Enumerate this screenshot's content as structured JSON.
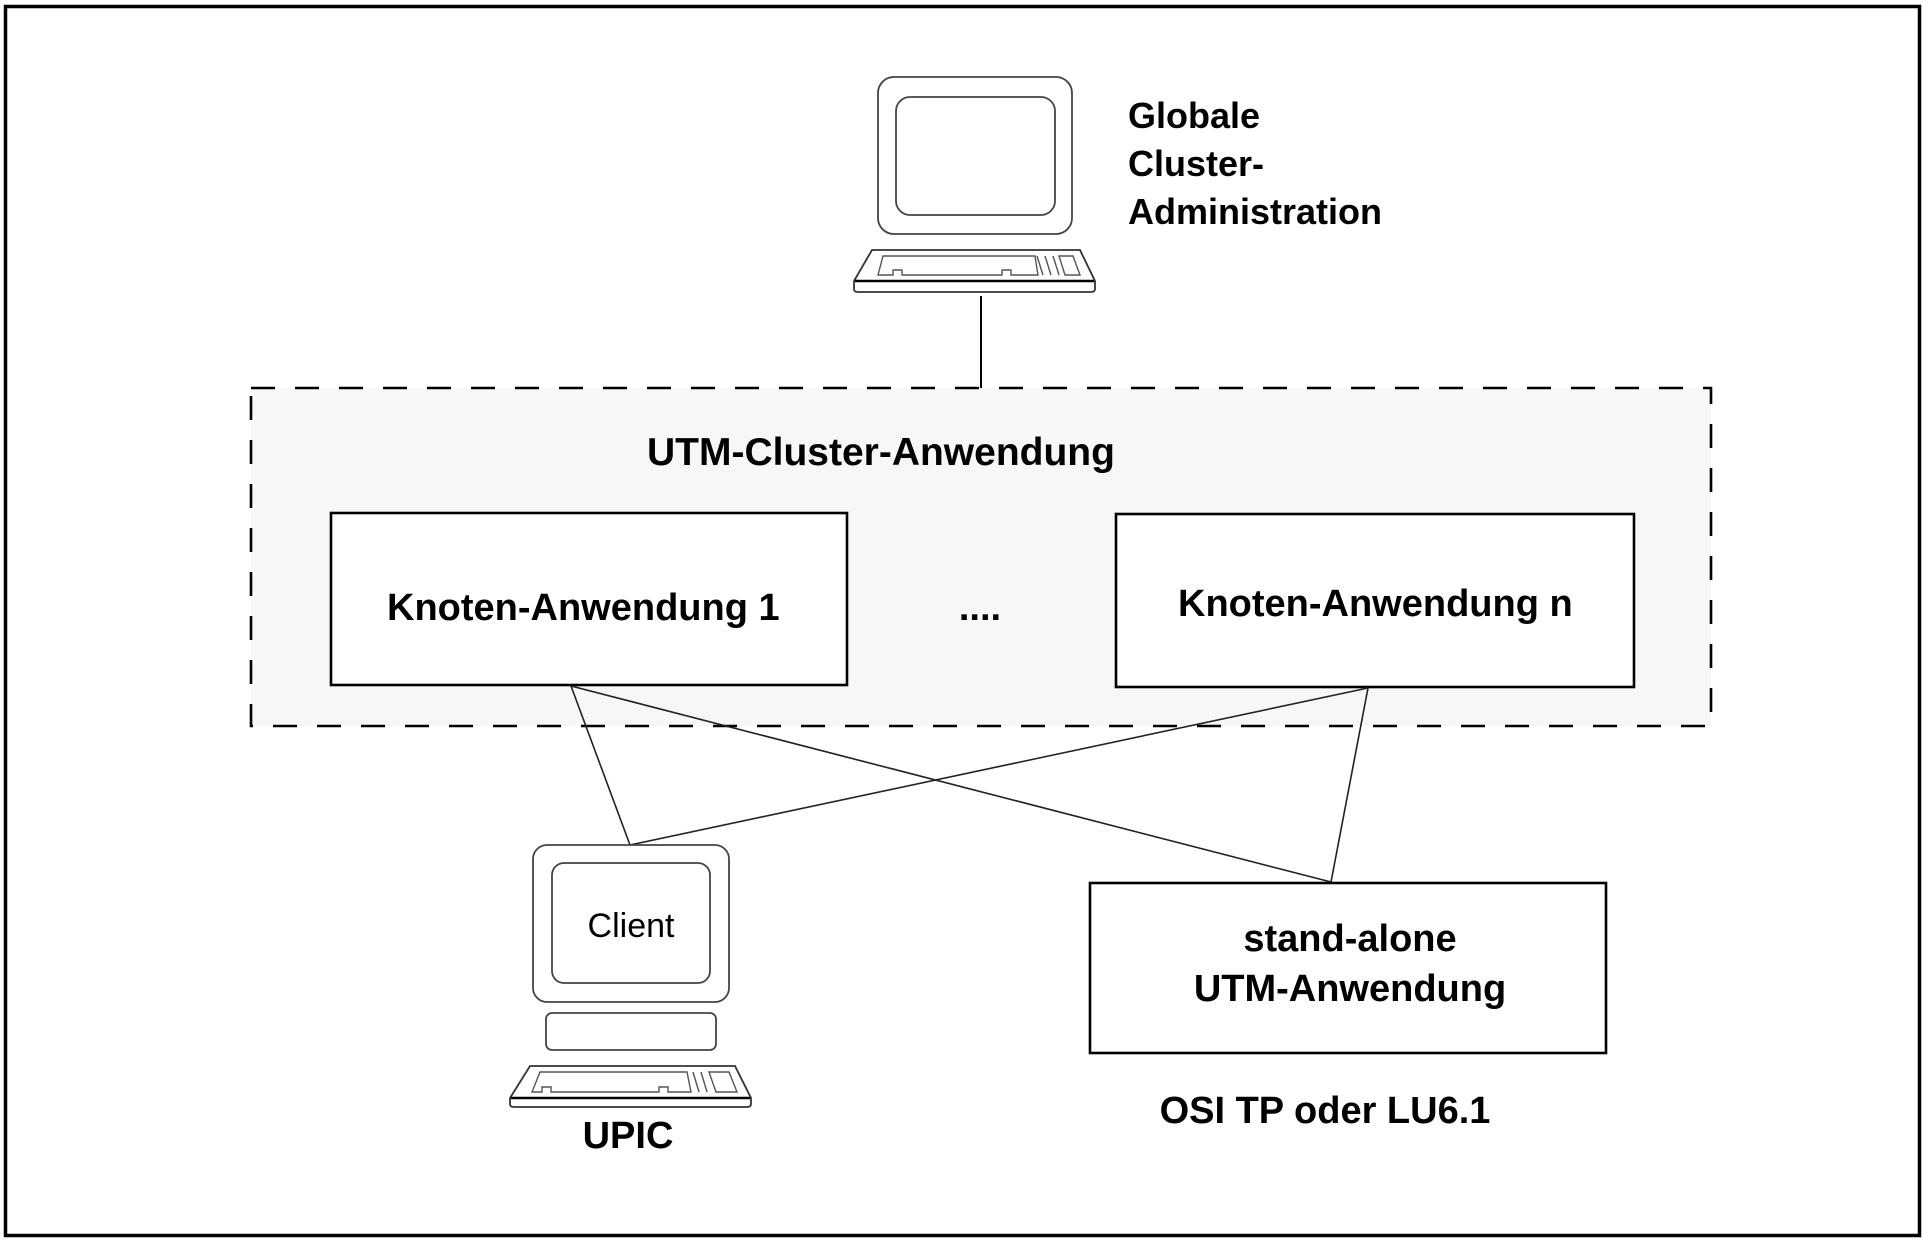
{
  "diagram": {
    "admin": {
      "label_lines": [
        "Globale",
        "Cluster-",
        "Administration"
      ],
      "icon": "computer-terminal-icon"
    },
    "cluster": {
      "title": "UTM-Cluster-Anwendung",
      "fill_color": "#f7f7f7",
      "nodes": [
        {
          "label": "Knoten-Anwendung 1"
        },
        {
          "label": "Knoten-Anwendung n"
        }
      ],
      "ellipsis": "...."
    },
    "client": {
      "screen_label": "Client",
      "caption": "UPIC",
      "icon": "computer-terminal-icon"
    },
    "standalone": {
      "label_lines": [
        "stand-alone",
        "UTM-Anwendung"
      ],
      "caption": "OSI TP oder LU6.1"
    },
    "connections": [
      {
        "from": "Knoten-Anwendung 1",
        "to": "Client"
      },
      {
        "from": "Knoten-Anwendung 1",
        "to": "stand-alone UTM-Anwendung"
      },
      {
        "from": "Knoten-Anwendung n",
        "to": "Client"
      },
      {
        "from": "Knoten-Anwendung n",
        "to": "stand-alone UTM-Anwendung"
      },
      {
        "from": "Globale Cluster-Administration",
        "to": "UTM-Cluster-Anwendung"
      }
    ]
  }
}
